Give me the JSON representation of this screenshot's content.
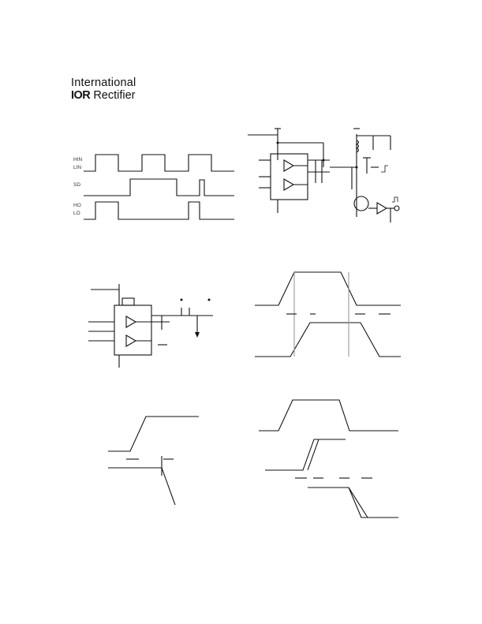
{
  "logo": {
    "line1": "International",
    "mark": "IOR",
    "line2": "Rectifier"
  },
  "timing_labels": {
    "hin_lin": "HIN\nLIN",
    "sd": "SD",
    "ho_lo": "HO\nLO"
  },
  "icons": [
    "switching-test-circuit-schematic",
    "input-output-timing-waveform",
    "shutdown-waveform",
    "deadtime-waveform",
    "turn-on-off-waveform",
    "delay-matching-waveform"
  ]
}
